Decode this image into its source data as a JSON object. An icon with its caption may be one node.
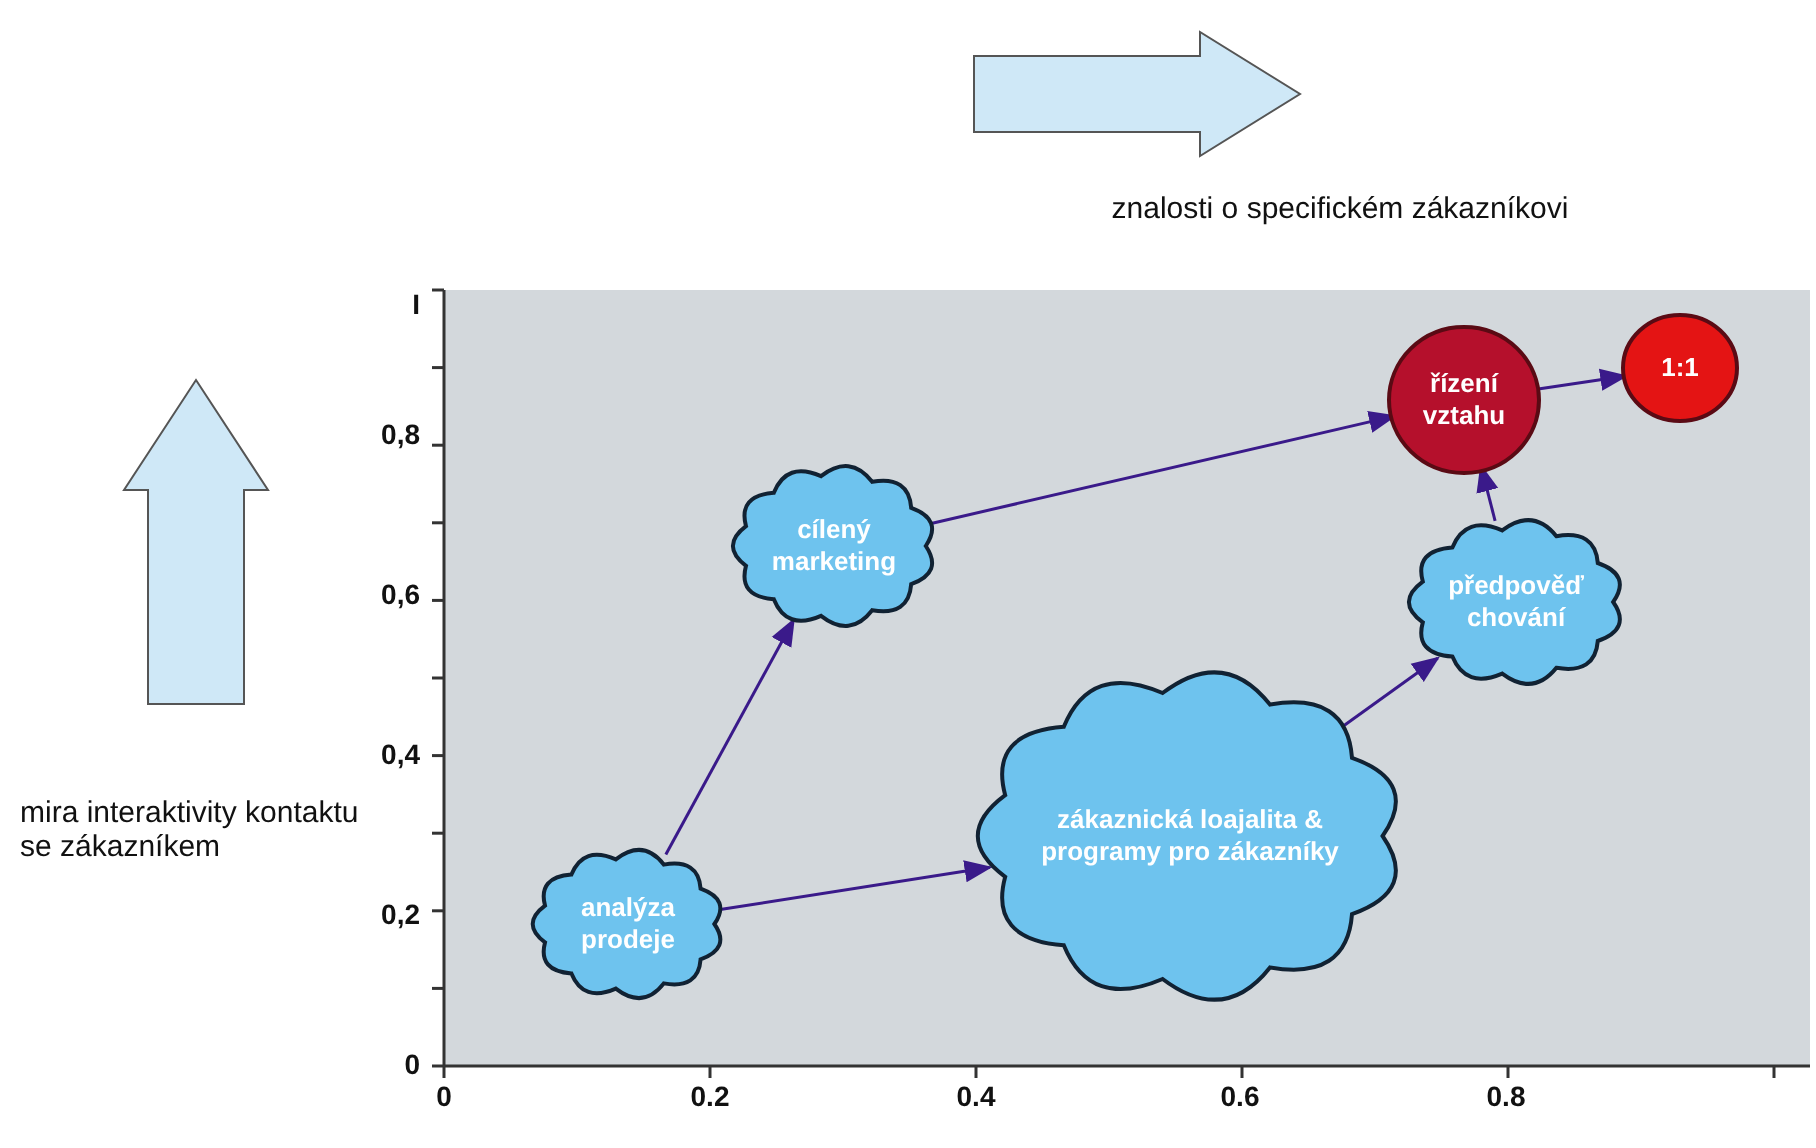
{
  "diagram": {
    "nodes": [
      {
        "text": [
          "analýza prodeje"
        ]
      },
      {
        "text": [
          "cílený marketing"
        ]
      },
      {
        "text": [
          "zákaznická loajalita & programy pro zákazníky"
        ]
      },
      {
        "text": [
          "předpověď chování"
        ]
      },
      {
        "text": [
          "řízení vztahu"
        ]
      },
      {
        "text": [
          "1:1"
        ]
      }
    ],
    "edges": [
      {
        "from": 0,
        "to": 1,
        "arrow": "to"
      },
      {
        "from": 0,
        "to": 2,
        "arrow": "to"
      },
      {
        "from": 1,
        "to": 4,
        "arrow": "to"
      },
      {
        "from": 2,
        "to": 3,
        "arrow": "to"
      },
      {
        "from": 3,
        "to": 4,
        "arrow": "to"
      },
      {
        "from": 4,
        "to": 5,
        "arrow": "to"
      }
    ],
    "labels": [
      "znalosti o specifickém zákazníkovi",
      "I",
      "0,8",
      "0,6",
      "0,4",
      "mira interaktivity kontaktu se zákazníkem",
      "0,2",
      "0",
      "0",
      "0.2",
      "0.4",
      "0.6",
      "0.8"
    ]
  }
}
